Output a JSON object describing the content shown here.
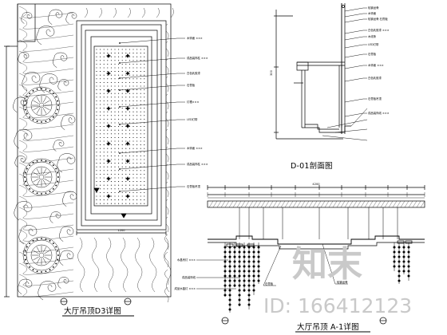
{
  "titles": {
    "plan": "大厅吊顶D3详图",
    "section": "D-01剖面图",
    "elevation": "大厅吊顶 A-1详图"
  },
  "watermark": {
    "logo": "知末",
    "id": "ID: 166412123"
  },
  "dimensions": {
    "plan_bottom": "1200",
    "section_left": "300",
    "elevation_top": "4200"
  },
  "plan_callouts": [
    "木饰面 ×××",
    "成品装饰柱 ×××",
    "白色乳胶漆",
    "石膏板",
    "灯槽×××",
    "LED灯带",
    "木饰面 ×××",
    "成品装饰柱 ×××",
    "石膏板吊顶"
  ],
  "section_callouts": [
    "轻钢龙骨",
    "木饰面",
    "轻钢龙骨 石膏板",
    "白色乳胶漆 ×××",
    "木线条",
    "LED灯带",
    "石膏板",
    "木饰面 ×××",
    "白色乳胶漆",
    "石膏板吊顶",
    "成品装饰线 ×××"
  ],
  "elevation_callouts": [
    "水晶吊灯 ×××",
    "成品装饰线",
    "成品水晶灯 ×××",
    "石膏板",
    "轻钢龙骨"
  ],
  "colors": {
    "line": "#000000",
    "watermark": "#c9c9c9"
  }
}
